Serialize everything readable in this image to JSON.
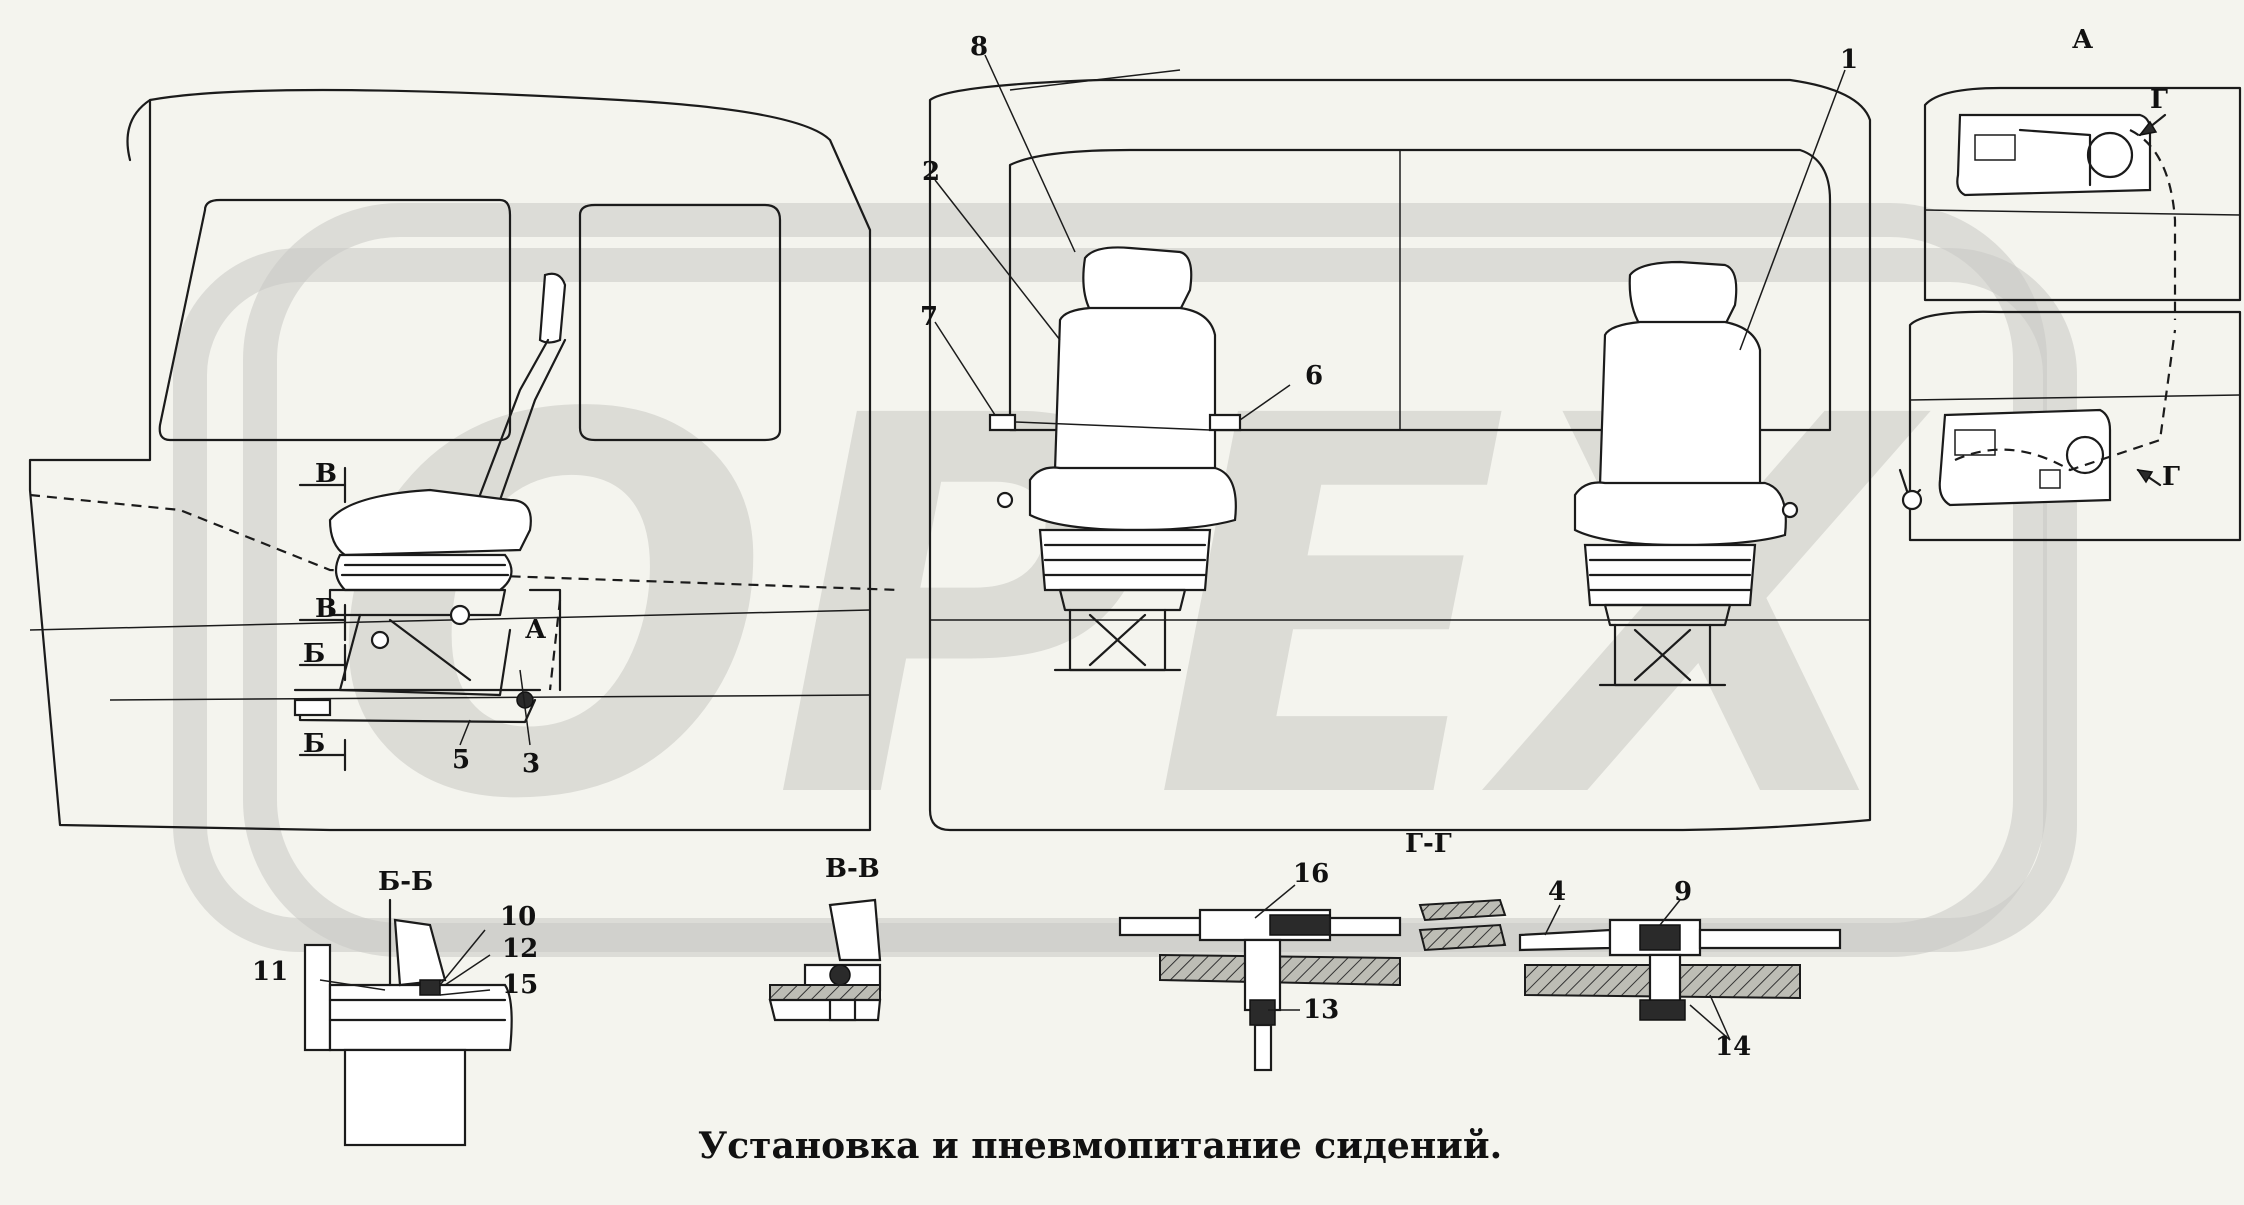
{
  "watermark": "ОРЕХ",
  "title": "Установка и пневмопитание сидений.",
  "callouts": {
    "n1": "1",
    "n2": "2",
    "n3": "3",
    "n4": "4",
    "n5": "5",
    "n6": "6",
    "n7": "7",
    "n8": "8",
    "n9": "9",
    "n10": "10",
    "n11": "11",
    "n12": "12",
    "n13": "13",
    "n14": "14",
    "n15": "15",
    "n16": "16"
  },
  "section_markers": {
    "a": "А",
    "b": "Б",
    "v": "В",
    "g": "Г"
  },
  "section_titles": {
    "bb": "Б-Б",
    "vv": "В-В",
    "gg": "Г-Г",
    "view_a": "А"
  }
}
